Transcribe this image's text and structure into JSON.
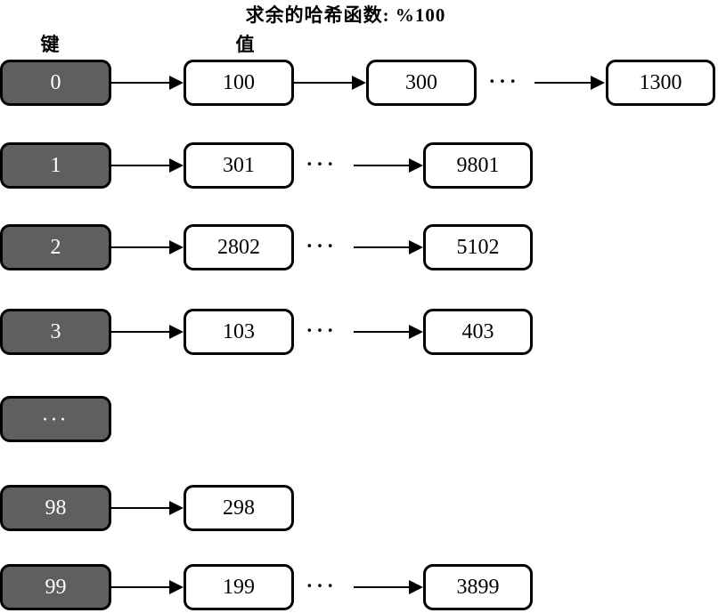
{
  "title": "求余的哈希函数: %100",
  "labels": {
    "key": "键",
    "value": "值"
  },
  "ellipsis": "···",
  "colors": {
    "key_box_fill": "#5f5f5f",
    "key_box_text": "#ffffff",
    "value_box_fill": "#ffffff",
    "border_and_lines": "#000000",
    "background": "#ffffff"
  },
  "rows": [
    {
      "key": "0",
      "values": [
        "100",
        "300",
        "1300"
      ]
    },
    {
      "key": "1",
      "values": [
        "301",
        "9801"
      ]
    },
    {
      "key": "2",
      "values": [
        "2802",
        "5102"
      ]
    },
    {
      "key": "3",
      "values": [
        "103",
        "403"
      ]
    },
    {
      "key": "···",
      "values": []
    },
    {
      "key": "98",
      "values": [
        "298"
      ]
    },
    {
      "key": "99",
      "values": [
        "199",
        "3899"
      ]
    }
  ]
}
